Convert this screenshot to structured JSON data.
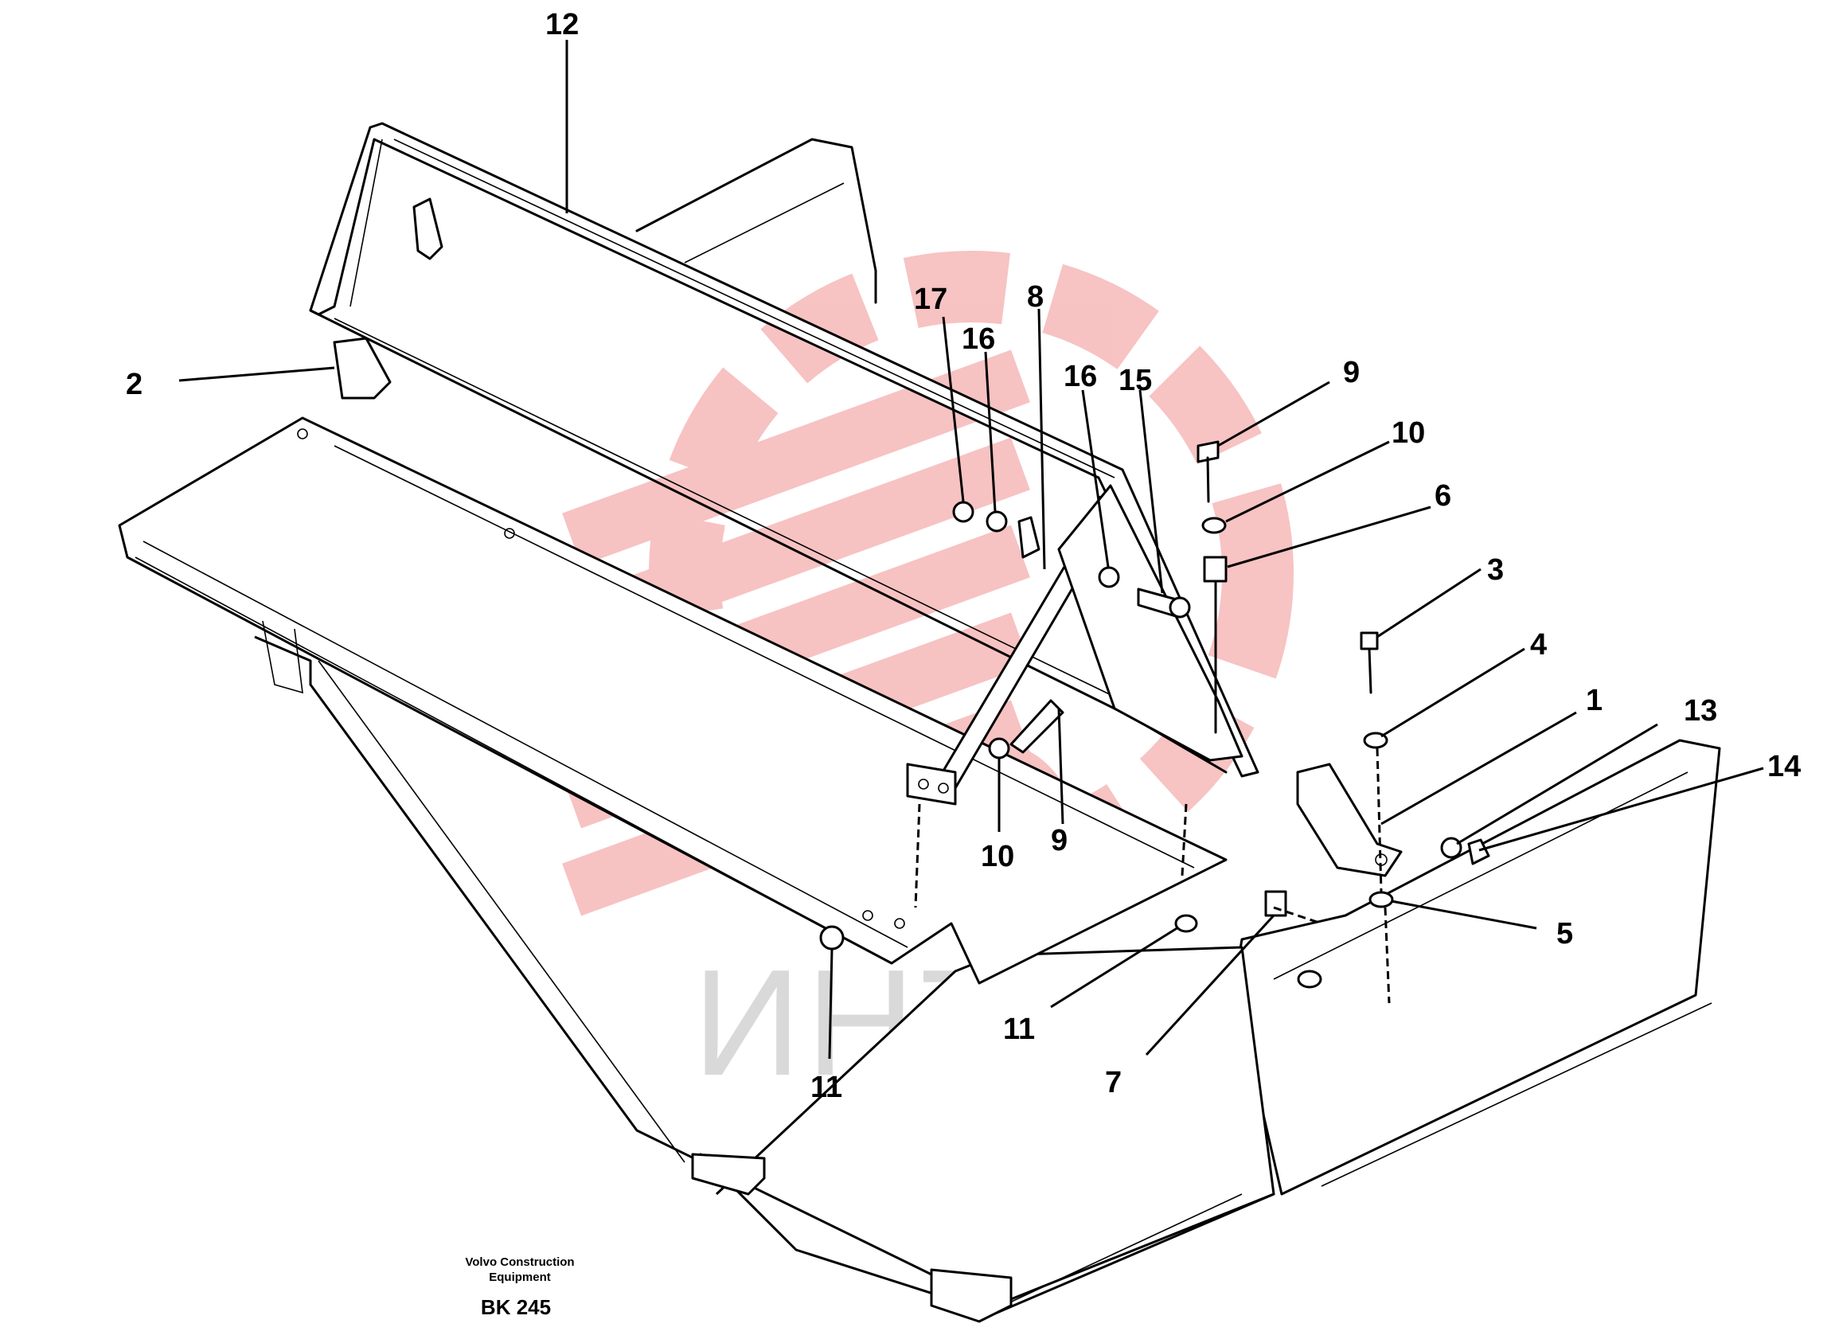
{
  "watermark": {
    "text": "ИНТЕХ",
    "logo": "gear-logo",
    "logo_color": "#f6b8b8",
    "text_color": "#d9d9d9"
  },
  "caption": {
    "manufacturer_line1": "Volvo Construction",
    "manufacturer_line2": "Equipment",
    "code": "BK 245"
  },
  "callouts": [
    {
      "id": "c12",
      "label": "12"
    },
    {
      "id": "c2",
      "label": "2"
    },
    {
      "id": "c17",
      "label": "17"
    },
    {
      "id": "c16a",
      "label": "16"
    },
    {
      "id": "c8",
      "label": "8"
    },
    {
      "id": "c16b",
      "label": "16"
    },
    {
      "id": "c15",
      "label": "15"
    },
    {
      "id": "c9a",
      "label": "9"
    },
    {
      "id": "c10a",
      "label": "10"
    },
    {
      "id": "c6",
      "label": "6"
    },
    {
      "id": "c3",
      "label": "3"
    },
    {
      "id": "c4",
      "label": "4"
    },
    {
      "id": "c1",
      "label": "1"
    },
    {
      "id": "c13",
      "label": "13"
    },
    {
      "id": "c14",
      "label": "14"
    },
    {
      "id": "c5",
      "label": "5"
    },
    {
      "id": "c10b",
      "label": "10"
    },
    {
      "id": "c9b",
      "label": "9"
    },
    {
      "id": "c11a",
      "label": "11"
    },
    {
      "id": "c11b",
      "label": "11"
    },
    {
      "id": "c7",
      "label": "7"
    }
  ]
}
